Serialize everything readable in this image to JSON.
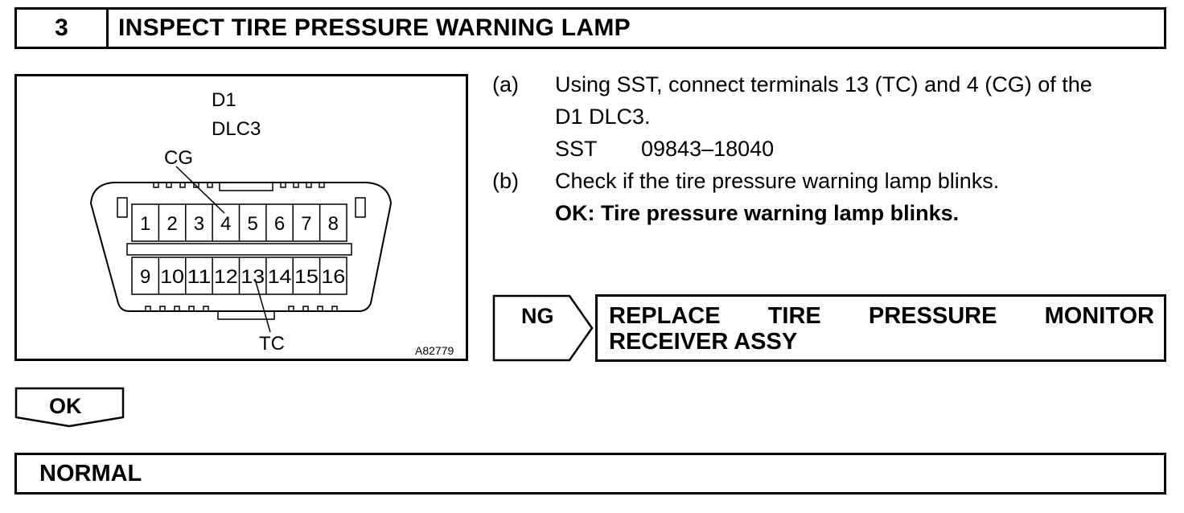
{
  "step": {
    "number": "3",
    "title": "INSPECT TIRE PRESSURE WARNING LAMP"
  },
  "figure": {
    "connector_id": "D1",
    "connector_name": "DLC3",
    "label_cg": "CG",
    "label_tc": "TC",
    "image_code": "A82779",
    "top_terminals": [
      "1",
      "2",
      "3",
      "4",
      "5",
      "6",
      "7",
      "8"
    ],
    "bottom_terminals": [
      "9",
      "10",
      "11",
      "12",
      "13",
      "14",
      "15",
      "16"
    ]
  },
  "instructions": [
    {
      "marker": "(a)",
      "lines": [
        "Using SST, connect terminals 13 (TC) and 4 (CG) of the",
        "D1 DLC3."
      ],
      "sst_label": "SST",
      "sst_number": "09843–18040"
    },
    {
      "marker": "(b)",
      "lines": [
        "Check if the tire pressure warning lamp blinks."
      ],
      "ok_text": "OK: Tire pressure warning lamp blinks."
    }
  ],
  "ng": {
    "label": "NG",
    "result_words": [
      "REPLACE",
      "TIRE",
      "PRESSURE",
      "MONITOR"
    ],
    "result_line2": "RECEIVER ASSY"
  },
  "ok": {
    "label": "OK"
  },
  "normal": {
    "label": "NORMAL"
  }
}
